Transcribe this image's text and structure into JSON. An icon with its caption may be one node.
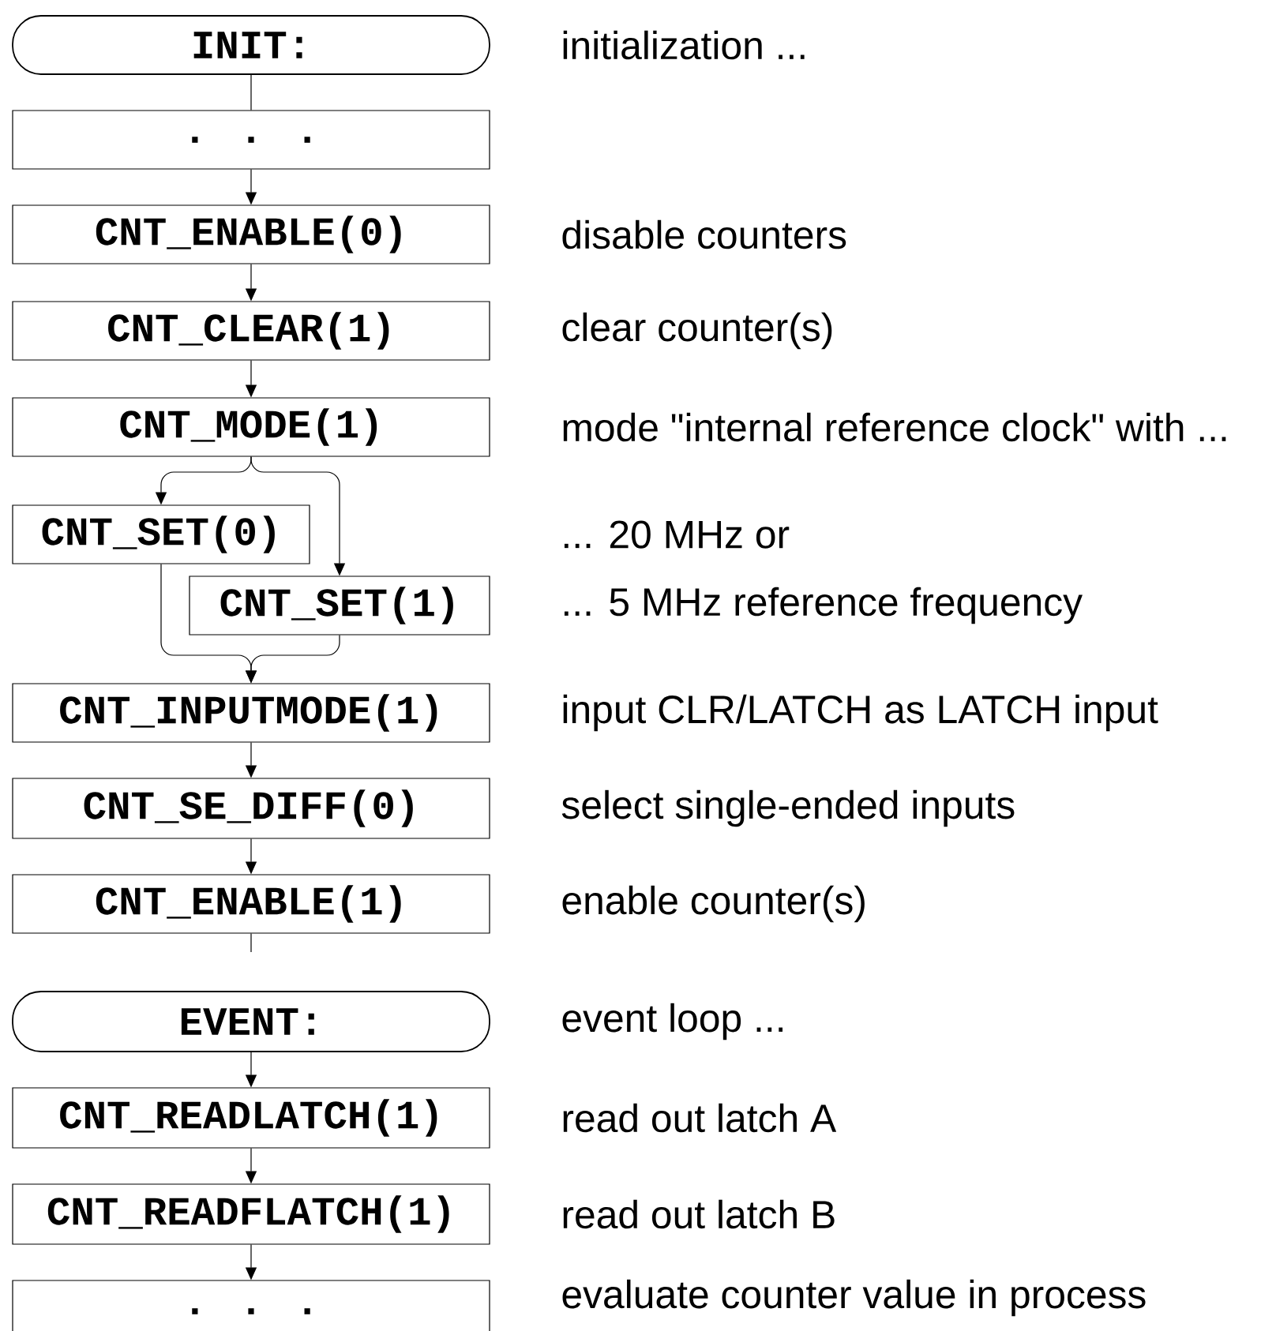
{
  "diagram": {
    "nodes": [
      {
        "text": [
          "INIT:"
        ],
        "beside": [
          "initialization ..."
        ]
      },
      {
        "text": [
          ". . ."
        ]
      },
      {
        "text": [
          "CNT_ENABLE(0)"
        ],
        "beside": [
          "disable counters"
        ]
      },
      {
        "text": [
          "CNT_CLEAR(1)"
        ],
        "beside": [
          "clear counter(s)"
        ]
      },
      {
        "text": [
          "CNT_MODE(1)"
        ],
        "beside": [
          "mode \"internal reference clock\" with ..."
        ]
      },
      {
        "text": [
          "CNT_SET(0)"
        ]
      },
      {
        "text": [
          "CNT_SET(1)"
        ],
        "beside": [
          "... 5 MHz reference frequency"
        ]
      },
      {
        "text": [
          "CNT_INPUTMODE(1)"
        ],
        "beside": [
          "input CLR/LATCH as LATCH input"
        ]
      },
      {
        "text": [
          "CNT_SE_DIFF(0)"
        ],
        "beside": [
          "select single-ended inputs"
        ]
      },
      {
        "text": [
          "CNT_ENABLE(1)"
        ],
        "beside": [
          "enable counter(s)"
        ]
      },
      {
        "text": [
          "EVENT:"
        ],
        "beside": [
          "event loop ..."
        ]
      },
      {
        "text": [
          "CNT_READLATCH(1)"
        ],
        "beside": [
          "read out latch A"
        ]
      },
      {
        "text": [
          "CNT_READFLATCH(1)"
        ],
        "beside": [
          "read out latch B"
        ]
      },
      {
        "text": [
          ". . ."
        ],
        "beside": [
          "evaluate counter value in process"
        ]
      }
    ],
    "edges": [
      {
        "from": 0,
        "to": 1,
        "arrow": "none"
      },
      {
        "from": 1,
        "to": 2,
        "arrow": "to"
      },
      {
        "from": 2,
        "to": 3,
        "arrow": "to"
      },
      {
        "from": 3,
        "to": 4,
        "arrow": "to"
      },
      {
        "from": 4,
        "to": 5,
        "arrow": "to"
      },
      {
        "from": 4,
        "to": 6,
        "arrow": "to"
      },
      {
        "from": 5,
        "to": 7,
        "arrow": "to"
      },
      {
        "from": 6,
        "to": 7,
        "arrow": "to"
      },
      {
        "from": 7,
        "to": 8,
        "arrow": "to"
      },
      {
        "from": 8,
        "to": 9,
        "arrow": "to"
      },
      {
        "from": 9,
        "to": null,
        "arrow": "none"
      },
      {
        "from": 10,
        "to": 11,
        "arrow": "to"
      },
      {
        "from": 11,
        "to": 12,
        "arrow": "to"
      },
      {
        "from": 12,
        "to": 13,
        "arrow": "to"
      }
    ],
    "labels": [
      "... 20 MHz or"
    ]
  }
}
